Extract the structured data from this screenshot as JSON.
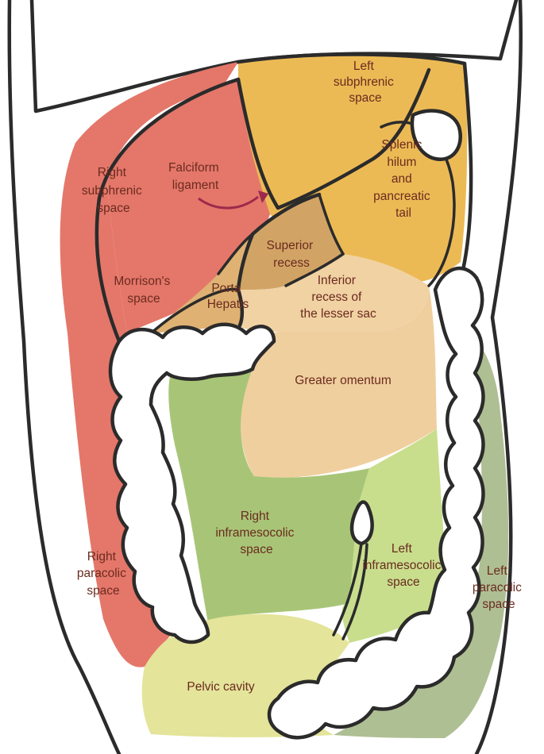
{
  "colors": {
    "right_subphrenic": "#e4776a",
    "left_subphrenic": "#ecba55",
    "superior_recess": "#d1a466",
    "porta_hepatis": "#dfb273",
    "lesser_sac": "#f1d2a3",
    "greater_omentum": "#f0cf9f",
    "right_inframesocolic": "#a8c577",
    "left_inframesocolic": "#c8de8d",
    "left_paracolic": "#afbf94",
    "pelvic": "#e4e49a",
    "outline": "#2b2b2b",
    "label_text": "#6b2b1f",
    "arrow": "#9c2a4c"
  },
  "labels": {
    "left_subphrenic": [
      "Left",
      "subphrenic",
      "space"
    ],
    "falciform": [
      "Falciform",
      "ligament"
    ],
    "right_subphrenic": [
      "Right",
      "subphrenic",
      "space"
    ],
    "splenic": [
      "Splenic",
      "hilum",
      "and",
      "pancreatic",
      "tail"
    ],
    "superior_recess": [
      "Superior",
      "recess"
    ],
    "morrison": [
      "Morrison's",
      "space"
    ],
    "porta_hepatis": [
      "Porta",
      "Hepatis"
    ],
    "inferior_recess": [
      "Inferior",
      "recess of",
      "the lesser sac"
    ],
    "greater_omentum": [
      "Greater omentum"
    ],
    "right_inframesocolic": [
      "Right",
      "inframesocolic",
      "space"
    ],
    "right_paracolic": [
      "Right",
      "paracolic",
      "space"
    ],
    "left_inframesocolic": [
      "Left",
      "inframesocolic",
      "space"
    ],
    "left_paracolic": [
      "Left",
      "paracolic",
      "space"
    ],
    "pelvic": [
      "Pelvic cavity"
    ]
  }
}
